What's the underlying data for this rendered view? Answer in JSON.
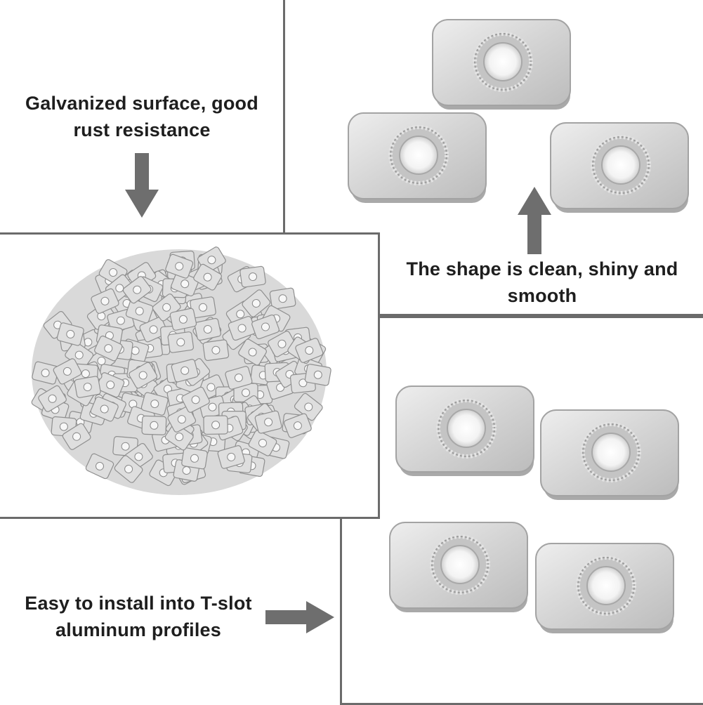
{
  "captions": {
    "galvanized": "Galvanized surface, good rust resistance",
    "shape": "The shape is clean, shiny and smooth",
    "install": "Easy to install into T-slot aluminum profiles"
  },
  "colors": {
    "arrow": "#6e6e6e",
    "frame": "#6b6b6b",
    "metal": "#d6d6d6",
    "text": "#1e1e1e"
  },
  "icons": {
    "arrow_down": "arrow-down-icon",
    "arrow_up": "arrow-up-icon",
    "arrow_right": "arrow-right-icon"
  }
}
